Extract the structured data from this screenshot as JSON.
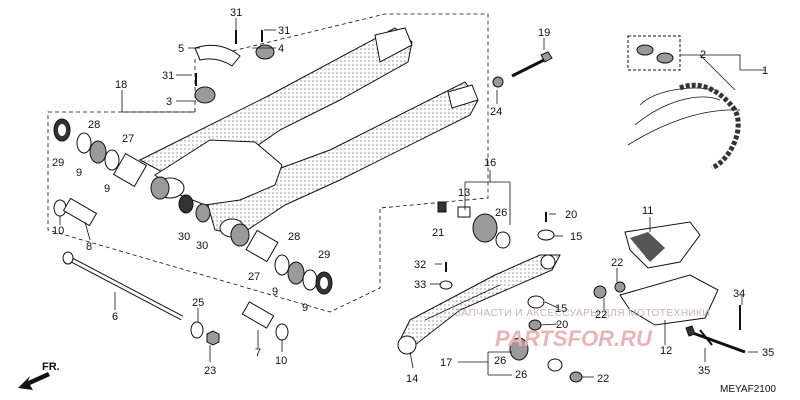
{
  "callouts": {
    "c1": "1",
    "c2": "2",
    "c3": "3",
    "c4": "4",
    "c5": "5",
    "c6": "6",
    "c7": "7",
    "c8": "8",
    "c9a": "9",
    "c9b": "9",
    "c9c": "9",
    "c9d": "9",
    "c10a": "10",
    "c10b": "10",
    "c11": "11",
    "c12": "12",
    "c13": "13",
    "c14": "14",
    "c15a": "15",
    "c15b": "15",
    "c16": "16",
    "c17": "17",
    "c18": "18",
    "c19": "19",
    "c20": "20",
    "c21": "21",
    "c22a": "22",
    "c22b": "22",
    "c22c": "22",
    "c23": "23",
    "c24": "24",
    "c25": "25",
    "c26a": "26",
    "c26b": "26",
    "c26c": "26",
    "c27a": "27",
    "c27b": "27",
    "c28a": "28",
    "c28b": "28",
    "c29a": "29",
    "c29b": "29",
    "c30a": "30",
    "c30b": "30",
    "c31a": "31",
    "c31b": "31",
    "c31c": "31",
    "c32": "32",
    "c33": "33",
    "c34": "34",
    "c35a": "35",
    "c35b": "35"
  },
  "front_arrow": "FR.",
  "diagram_code": "MEYAF2100",
  "watermark": {
    "text": "ЗАПЧАСТИ И АКСЕССУАРЫ ДЛЯ МОТОТЕХНИКИ",
    "brand": "PARTSFOR.RU"
  }
}
